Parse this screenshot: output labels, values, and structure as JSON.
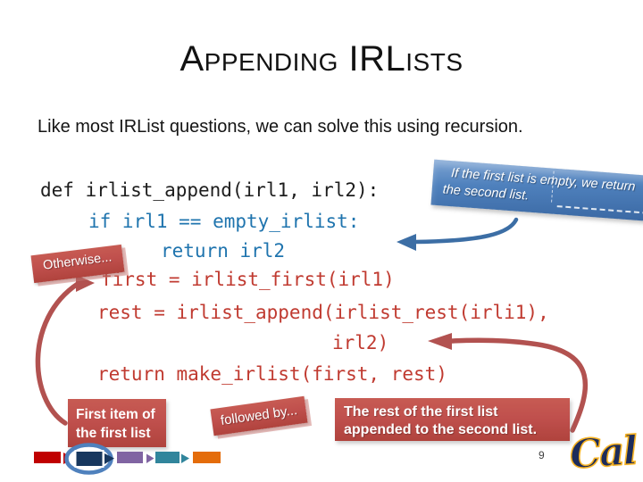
{
  "title": "Appending IRLists",
  "intro": "Like most IRList questions, we can solve this using recursion.",
  "code": {
    "lines": [
      "def irlist_append(irl1, irl2):",
      "if irl1 == empty_irlist:",
      "return irl2",
      "first = irlist_first(irl1)",
      "rest = irlist_append(irlist_rest(irli1),",
      "irl2)",
      "return make_irlist(first, rest)"
    ]
  },
  "callouts": {
    "empty_case": "If the first list is empty, we return the second list.",
    "otherwise": "Otherwise...",
    "first_item": "First item of the first list",
    "followed_by": "followed by...",
    "rest_appended": "The rest of the first list appended to the second list."
  },
  "footer": {
    "page_number": "9",
    "logo_text": "Cal"
  },
  "colors": {
    "code-blue": "#1F74AE",
    "code-red": "#C03A30",
    "accent-red": "#C0504D",
    "arrow-red": "#B25250",
    "accent-blue": "#4F81BD",
    "arrow-blue": "#3C6EA5",
    "list-red": "#C00000",
    "list-navy": "#17375E",
    "list-purple": "#8064A2",
    "list-teal": "#31859C",
    "list-orange": "#E46C0A",
    "logo-navy": "#1D2C5B",
    "logo-gold": "#F5B01E"
  }
}
